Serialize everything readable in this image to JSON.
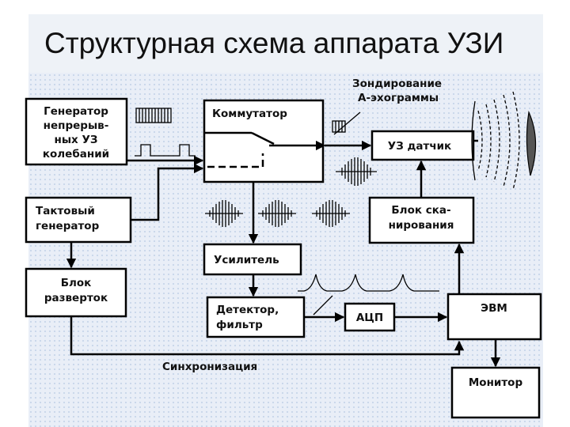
{
  "title": "Структурная схема аппарата УЗИ",
  "blocks": {
    "generator": [
      "Генератор",
      "непрерыв-",
      "ных УЗ",
      "колебаний"
    ],
    "commutator": "Коммутатор",
    "clock_generator": [
      "Тактовый",
      "генератор"
    ],
    "sweep_block": [
      "Блок",
      "разверток"
    ],
    "amplifier": "Усилитель",
    "detector": [
      "Детектор,",
      "фильтр"
    ],
    "adc": "АЦП",
    "computer": "ЭВМ",
    "monitor": "Монитор",
    "transducer": "УЗ датчик",
    "scan_block": [
      "Блок ска-",
      "нирования"
    ]
  },
  "labels": {
    "probing": [
      "Зондирование",
      "А-эхограммы"
    ],
    "sync": "Синхронизация"
  }
}
